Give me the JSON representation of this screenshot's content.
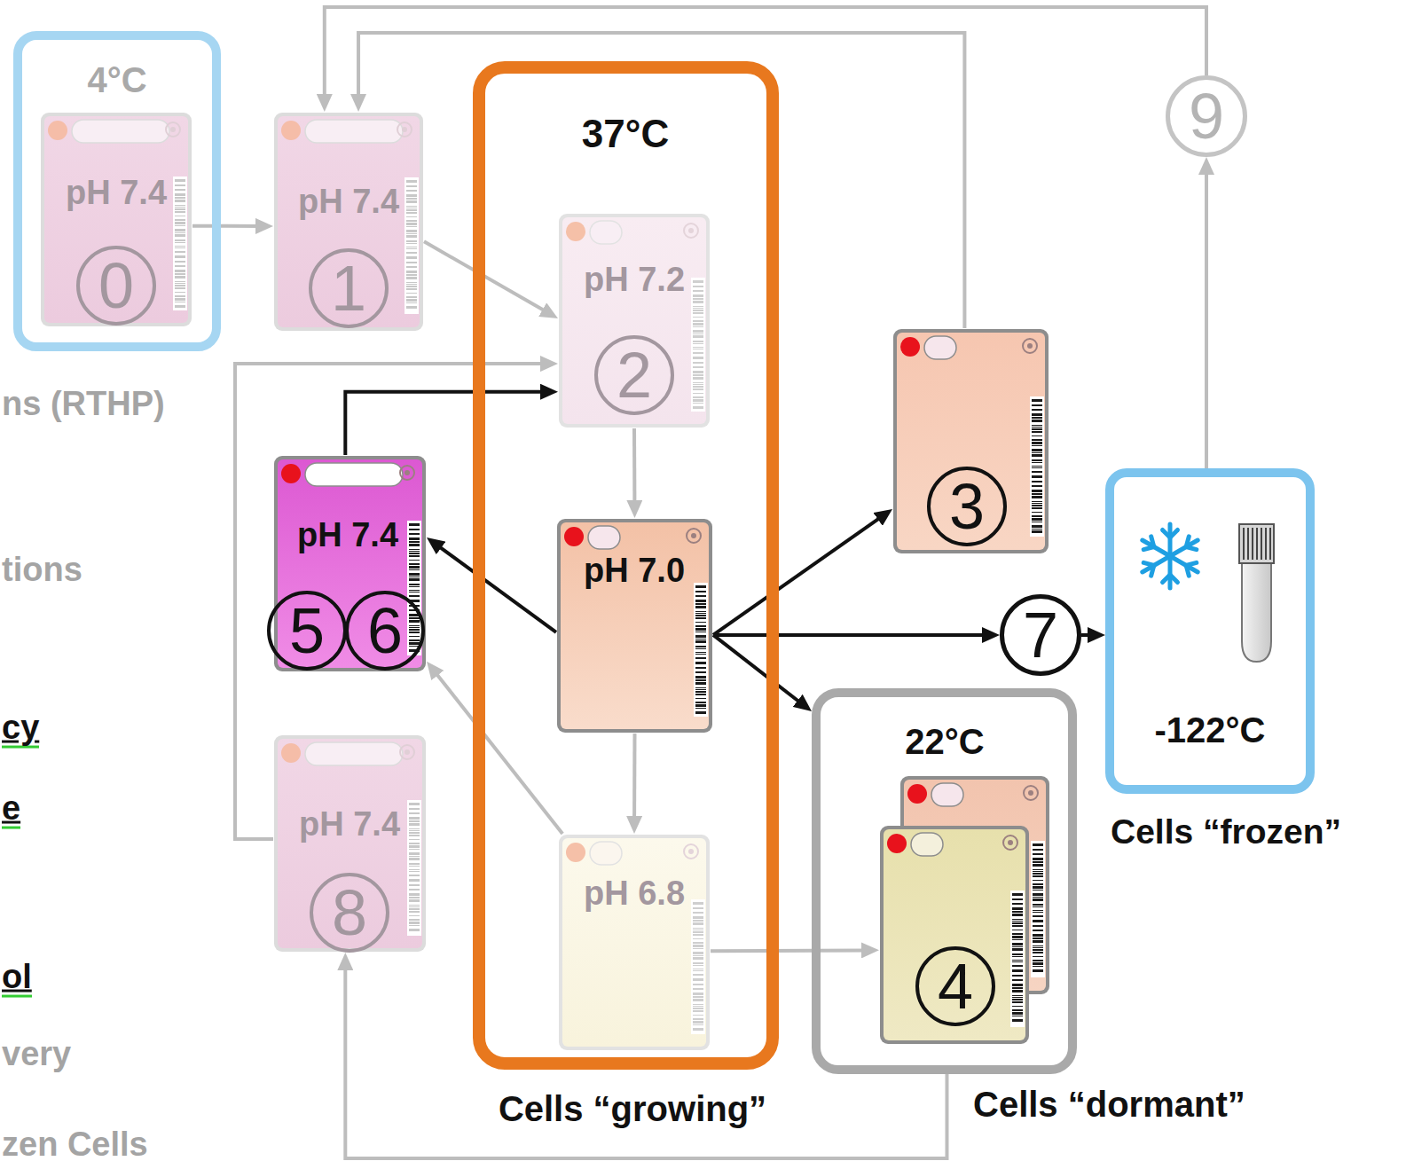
{
  "diagram": {
    "nodes": [
      {
        "text": [
          "4°C"
        ]
      },
      {
        "text": [
          "pH 7.4",
          "0"
        ],
        "in": 0
      },
      {
        "text": [
          "pH 7.4",
          "1"
        ]
      },
      {
        "text": [
          "37°C",
          "Cells “growing”"
        ]
      },
      {
        "text": [
          "pH 7.2",
          "2"
        ],
        "in": 3
      },
      {
        "text": [
          "pH 7.0"
        ],
        "in": 3
      },
      {
        "text": [
          "pH 6.8"
        ],
        "in": 3
      },
      {
        "text": [
          "9"
        ]
      },
      {
        "text": [
          "3"
        ]
      },
      {
        "text": [
          "pH 7.4",
          "5",
          "6"
        ]
      },
      {
        "text": [
          "7"
        ]
      },
      {
        "text": [
          "-122°C",
          "Cells “frozen”"
        ]
      },
      {
        "text": [
          "22°C",
          "Cells “dormant”"
        ]
      },
      {
        "text": [
          "4"
        ],
        "in": 12
      },
      {
        "text": [
          "pH 7.4",
          "8"
        ]
      }
    ],
    "edges": [
      {
        "from": 1,
        "to": 2,
        "arrow": "to"
      },
      {
        "from": 2,
        "to": 4,
        "arrow": "to"
      },
      {
        "from": 4,
        "to": 5,
        "arrow": "to"
      },
      {
        "from": 5,
        "to": 6,
        "arrow": "to"
      },
      {
        "from": 5,
        "to": 9,
        "arrow": "to"
      },
      {
        "from": 9,
        "to": 4,
        "arrow": "to"
      },
      {
        "from": 6,
        "to": 9,
        "arrow": "to"
      },
      {
        "from": 5,
        "to": 8,
        "arrow": "to"
      },
      {
        "from": 5,
        "to": 10,
        "arrow": "to"
      },
      {
        "from": 5,
        "to": 12,
        "arrow": "to"
      },
      {
        "from": 10,
        "to": 11,
        "arrow": "to"
      },
      {
        "from": 6,
        "to": 13,
        "arrow": "to"
      },
      {
        "from": 11,
        "to": 7,
        "arrow": "to"
      },
      {
        "from": 7,
        "to": 2,
        "arrow": "to"
      },
      {
        "from": 8,
        "to": 2,
        "arrow": "to"
      },
      {
        "from": 14,
        "to": 4,
        "arrow": "to"
      },
      {
        "from": 12,
        "to": 14,
        "arrow": "to"
      }
    ],
    "labels": [
      "ns (RTHP)",
      "tions",
      "cy",
      "e",
      "ol",
      "very",
      "zen Cells"
    ]
  }
}
